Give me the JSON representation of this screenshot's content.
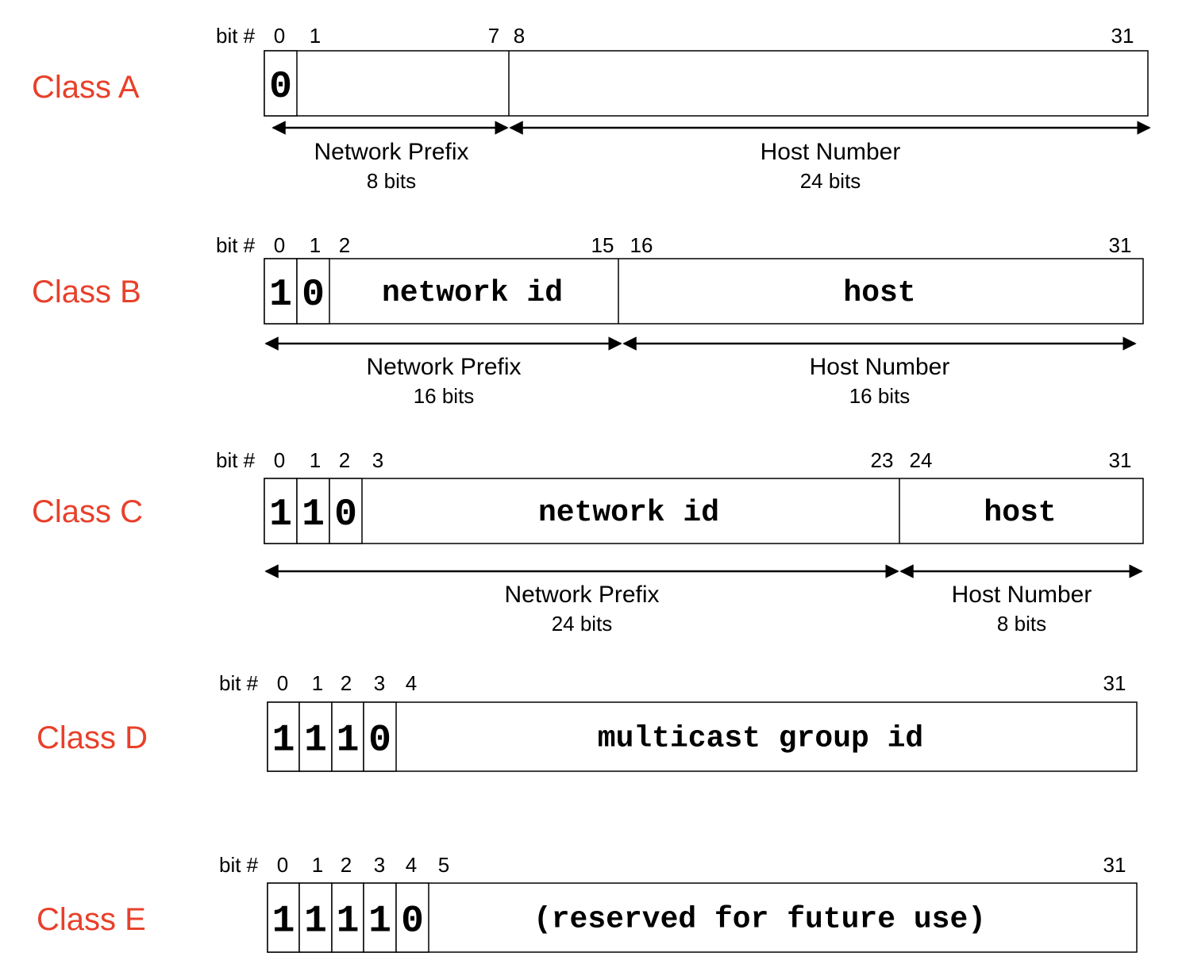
{
  "colors": {
    "class_label": "#e8402a",
    "lines": "#000000"
  },
  "bit_label": "bit #",
  "classes": [
    {
      "name": "Class A",
      "bit_numbers": [
        "0",
        "1",
        "7",
        "8",
        "31"
      ],
      "bits": [
        "0"
      ],
      "fields": [],
      "spans": [
        {
          "title": "Network Prefix",
          "bits": "8 bits"
        },
        {
          "title": "Host Number",
          "bits": "24 bits"
        }
      ]
    },
    {
      "name": "Class B",
      "bit_numbers": [
        "0",
        "1",
        "2",
        "15",
        "16",
        "31"
      ],
      "bits": [
        "1",
        "0"
      ],
      "fields": [
        "network id",
        "host"
      ],
      "spans": [
        {
          "title": "Network Prefix",
          "bits": "16 bits"
        },
        {
          "title": "Host Number",
          "bits": "16 bits"
        }
      ]
    },
    {
      "name": "Class C",
      "bit_numbers": [
        "0",
        "1",
        "2",
        "3",
        "23",
        "24",
        "31"
      ],
      "bits": [
        "1",
        "1",
        "0"
      ],
      "fields": [
        "network id",
        "host"
      ],
      "spans": [
        {
          "title": "Network Prefix",
          "bits": "24 bits"
        },
        {
          "title": "Host Number",
          "bits": "8 bits"
        }
      ]
    },
    {
      "name": "Class D",
      "bit_numbers": [
        "0",
        "1",
        "2",
        "3",
        "4",
        "31"
      ],
      "bits": [
        "1",
        "1",
        "1",
        "0"
      ],
      "fields": [
        "multicast group id"
      ],
      "spans": []
    },
    {
      "name": "Class E",
      "bit_numbers": [
        "0",
        "1",
        "2",
        "3",
        "4",
        "5",
        "31"
      ],
      "bits": [
        "1",
        "1",
        "1",
        "1",
        "0"
      ],
      "fields": [
        "(reserved for future use)"
      ],
      "spans": []
    }
  ]
}
